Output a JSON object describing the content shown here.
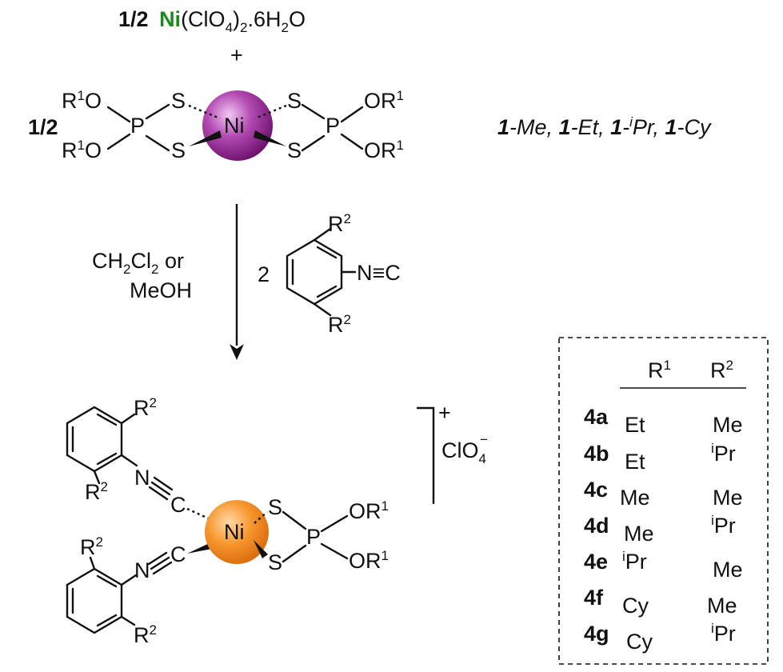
{
  "reagent": {
    "fraction": "1/2",
    "metal": "Ni",
    "formula_pre": "(ClO",
    "formula_sub4": "4",
    "formula_mid": ")",
    "formula_sub2": "2",
    "formula_post": ".6H",
    "formula_sub_h": "2",
    "formula_end": "O",
    "plus": "+"
  },
  "complex1": {
    "fraction": "1/2",
    "center": "Ni",
    "s": "S",
    "p": "P",
    "r": "R",
    "r_sup": "1",
    "o": "O",
    "label_items": [
      "1",
      "-Me, ",
      "1",
      "-Et, ",
      "1",
      "-",
      "i",
      "Pr, ",
      "1",
      "-Cy"
    ]
  },
  "conditions": {
    "solvent_a": "CH",
    "solvent_a_sub": "2",
    "solvent_a_mid": "Cl",
    "solvent_a_sub2": "2",
    "solvent_a_end": " or",
    "solvent_b": "MeOH",
    "equiv": "2",
    "nc": "N≡C",
    "r2": "R",
    "r2_sup": "2"
  },
  "product": {
    "center": "Ni",
    "charge": "+",
    "counterion_pre": "ClO",
    "counterion_sub": "4",
    "counterion_sup": "−",
    "n": "N",
    "c": "C",
    "s": "S",
    "p": "P",
    "o": "OR",
    "r_sup1": "1",
    "r2": "R",
    "r2_sup": "2"
  },
  "table": {
    "headers": [
      "R",
      "R"
    ],
    "header_sups": [
      "1",
      "2"
    ],
    "rows": [
      {
        "id": "4a",
        "r1": "Et",
        "r1_pre": "",
        "r2": "Me",
        "r2_pre": ""
      },
      {
        "id": "4b",
        "r1": "Et",
        "r1_pre": "",
        "r2": "Pr",
        "r2_pre": "i"
      },
      {
        "id": "4c",
        "r1": "Me",
        "r1_pre": "",
        "r2": "Me",
        "r2_pre": ""
      },
      {
        "id": "4d",
        "r1": "Me",
        "r1_pre": "",
        "r2": "Pr",
        "r2_pre": "i"
      },
      {
        "id": "4e",
        "r1": "Pr",
        "r1_pre": "i",
        "r2": "Me",
        "r2_pre": ""
      },
      {
        "id": "4f",
        "r1": "Cy",
        "r1_pre": "",
        "r2": "Me",
        "r2_pre": ""
      },
      {
        "id": "4g",
        "r1": "Cy",
        "r1_pre": "",
        "r2": "Pr",
        "r2_pre": "i"
      }
    ]
  },
  "colors": {
    "ni_reactant": "#8b1d8b",
    "ni_product": "#f08a1e",
    "ni_text_green": "#1c8a1c"
  }
}
